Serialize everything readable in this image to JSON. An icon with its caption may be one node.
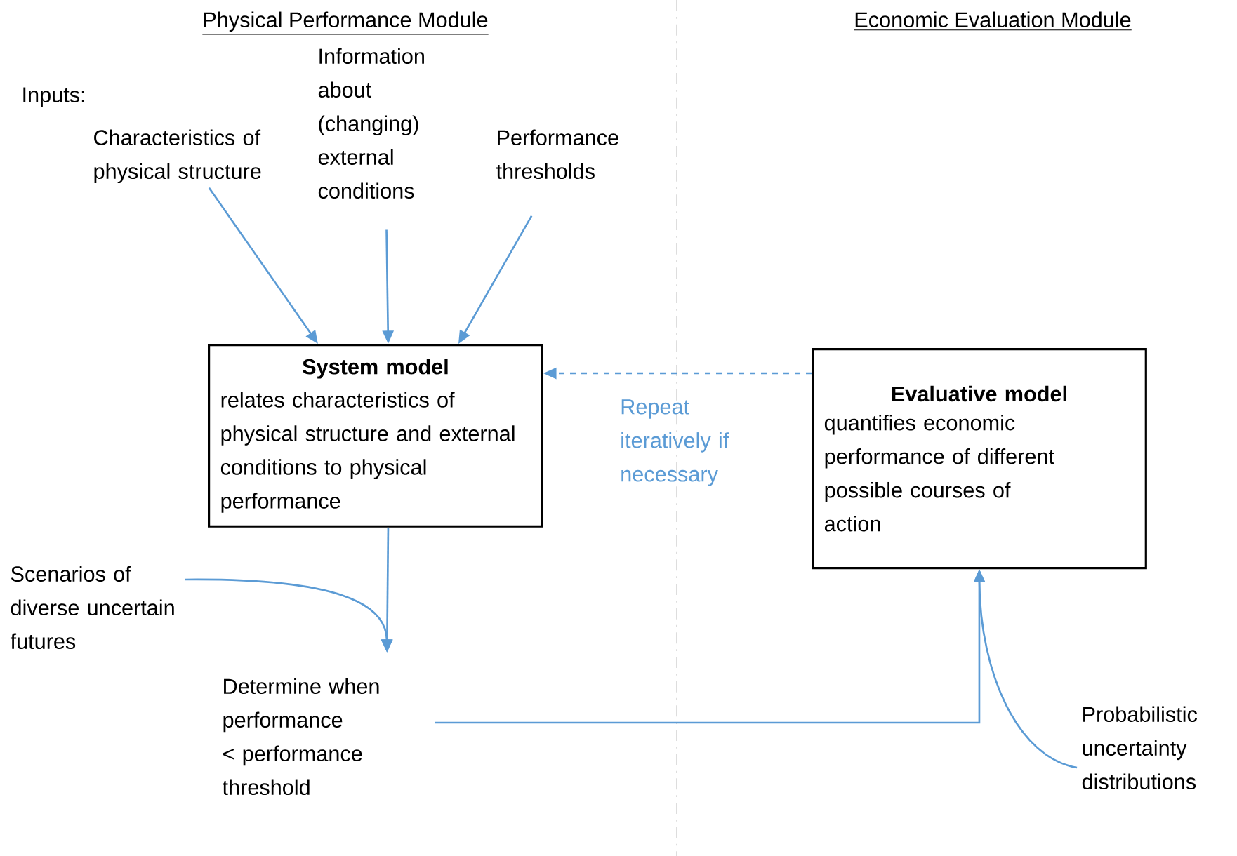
{
  "diagram": {
    "nodes": [
      {
        "text": [
          "Characteristics of physical structure"
        ]
      },
      {
        "text": [
          "Information about (changing) external conditions"
        ]
      },
      {
        "text": [
          "Performance thresholds"
        ]
      },
      {
        "text": [
          "System model",
          "relates characteristics of physical structure and external conditions to physical performance"
        ]
      },
      {
        "text": [
          "Evaluative model",
          "quantifies economic performance of different possible courses of action"
        ]
      },
      {
        "text": [
          "Scenarios of diverse uncertain futures"
        ]
      },
      {
        "text": [
          "Determine when performance < performance threshold"
        ]
      },
      {
        "text": [
          "Probabilistic uncertainty distributions"
        ]
      }
    ],
    "edges": [
      {
        "from": 0,
        "to": 3,
        "arrow": "to"
      },
      {
        "from": 1,
        "to": 3,
        "arrow": "to"
      },
      {
        "from": 2,
        "to": 3,
        "arrow": "to"
      },
      {
        "from": 4,
        "to": 3,
        "arrow": "to",
        "style": "dashed",
        "label": "Repeat iteratively if necessary"
      },
      {
        "from": 3,
        "to": 6,
        "arrow": "to"
      },
      {
        "from": 5,
        "to": 6,
        "arrow": "to"
      },
      {
        "from": 6,
        "to": 4,
        "arrow": "to"
      },
      {
        "from": 7,
        "to": 4,
        "arrow": "to"
      }
    ],
    "labels": [
      "Physical Performance Module",
      "Economic Evaluation Module",
      "Inputs:"
    ]
  }
}
